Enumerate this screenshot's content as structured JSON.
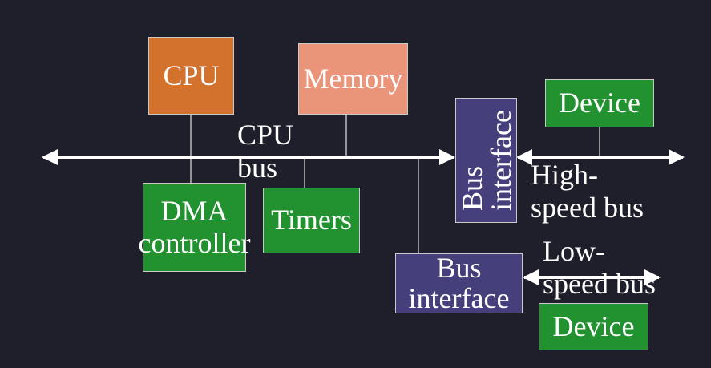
{
  "colors": {
    "background": "#1f1e2b",
    "cpu": "#d2722d",
    "memory": "#ea9479",
    "green": "#21922f",
    "bus_interface": "#453f7c",
    "line": "#ffffff",
    "connector": "#bdbdbd"
  },
  "nodes": {
    "cpu": "CPU",
    "memory": "Memory",
    "dma_line1": "DMA",
    "dma_line2": "controller",
    "timers": "Timers",
    "bus_interface_upper_line1": "Bus",
    "bus_interface_upper_line2": "interface",
    "device_upper": "Device",
    "bus_interface_lower_line1": "Bus",
    "bus_interface_lower_line2": "interface",
    "device_lower": "Device"
  },
  "labels": {
    "cpu_bus_line1": "CPU",
    "cpu_bus_line2": "bus",
    "high_speed_line1": "High-",
    "high_speed_line2": "speed bus",
    "low_speed_line1": "Low-",
    "low_speed_line2": "speed bus"
  }
}
